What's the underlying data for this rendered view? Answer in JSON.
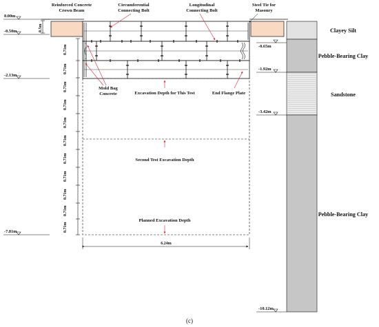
{
  "figure_label": "(c)",
  "colors": {
    "line": "#111111",
    "crown_beam": "#f9d9c2",
    "soil_clayey_silt": "#e2e2e2",
    "soil_pebble_clay": "#c6c6c6",
    "soil_sandstone": "#ebebeb",
    "pointer": "#d9263a"
  },
  "annotations": {
    "crown_beam": [
      "Reinforced Concrete",
      "Crown Beam"
    ],
    "circ_bolt": [
      "Circumferential",
      "Connecting Bolt"
    ],
    "long_bolt": [
      "Longitudinal",
      "Connecting Bolt"
    ],
    "steel_tie": [
      "Steel Tie for",
      "Masonry"
    ],
    "mold_bag": [
      "Mold Bag",
      "Concrete"
    ],
    "excavation_this": "Excavation Depth for This Test",
    "end_flange": "End Flange Plate",
    "second_test": "Second Test Excavation Depth",
    "planned": "Planned Excavation Depth"
  },
  "left_levels": [
    "0.00m",
    "-0.50m",
    "-2.13m",
    "-7.81m"
  ],
  "beam_height": "0.5m",
  "ring_heights": [
    "0.71m",
    "0.71m",
    "0.71m",
    "0.71m",
    "0.71m",
    "0.71m",
    "0.71m",
    "0.71m",
    "0.71m",
    "0.71m",
    "0.71m"
  ],
  "width_dimension": "6.24m",
  "soil_layers": [
    {
      "name": "Clayey Silt",
      "bottom": "-0.65m"
    },
    {
      "name": "Pebble-Bearing Clay",
      "bottom": "-1.92m"
    },
    {
      "name": "Sandstone",
      "bottom": "-3.42m"
    },
    {
      "name": "Pebble-Bearing Clay",
      "bottom": "-10.12m"
    }
  ]
}
